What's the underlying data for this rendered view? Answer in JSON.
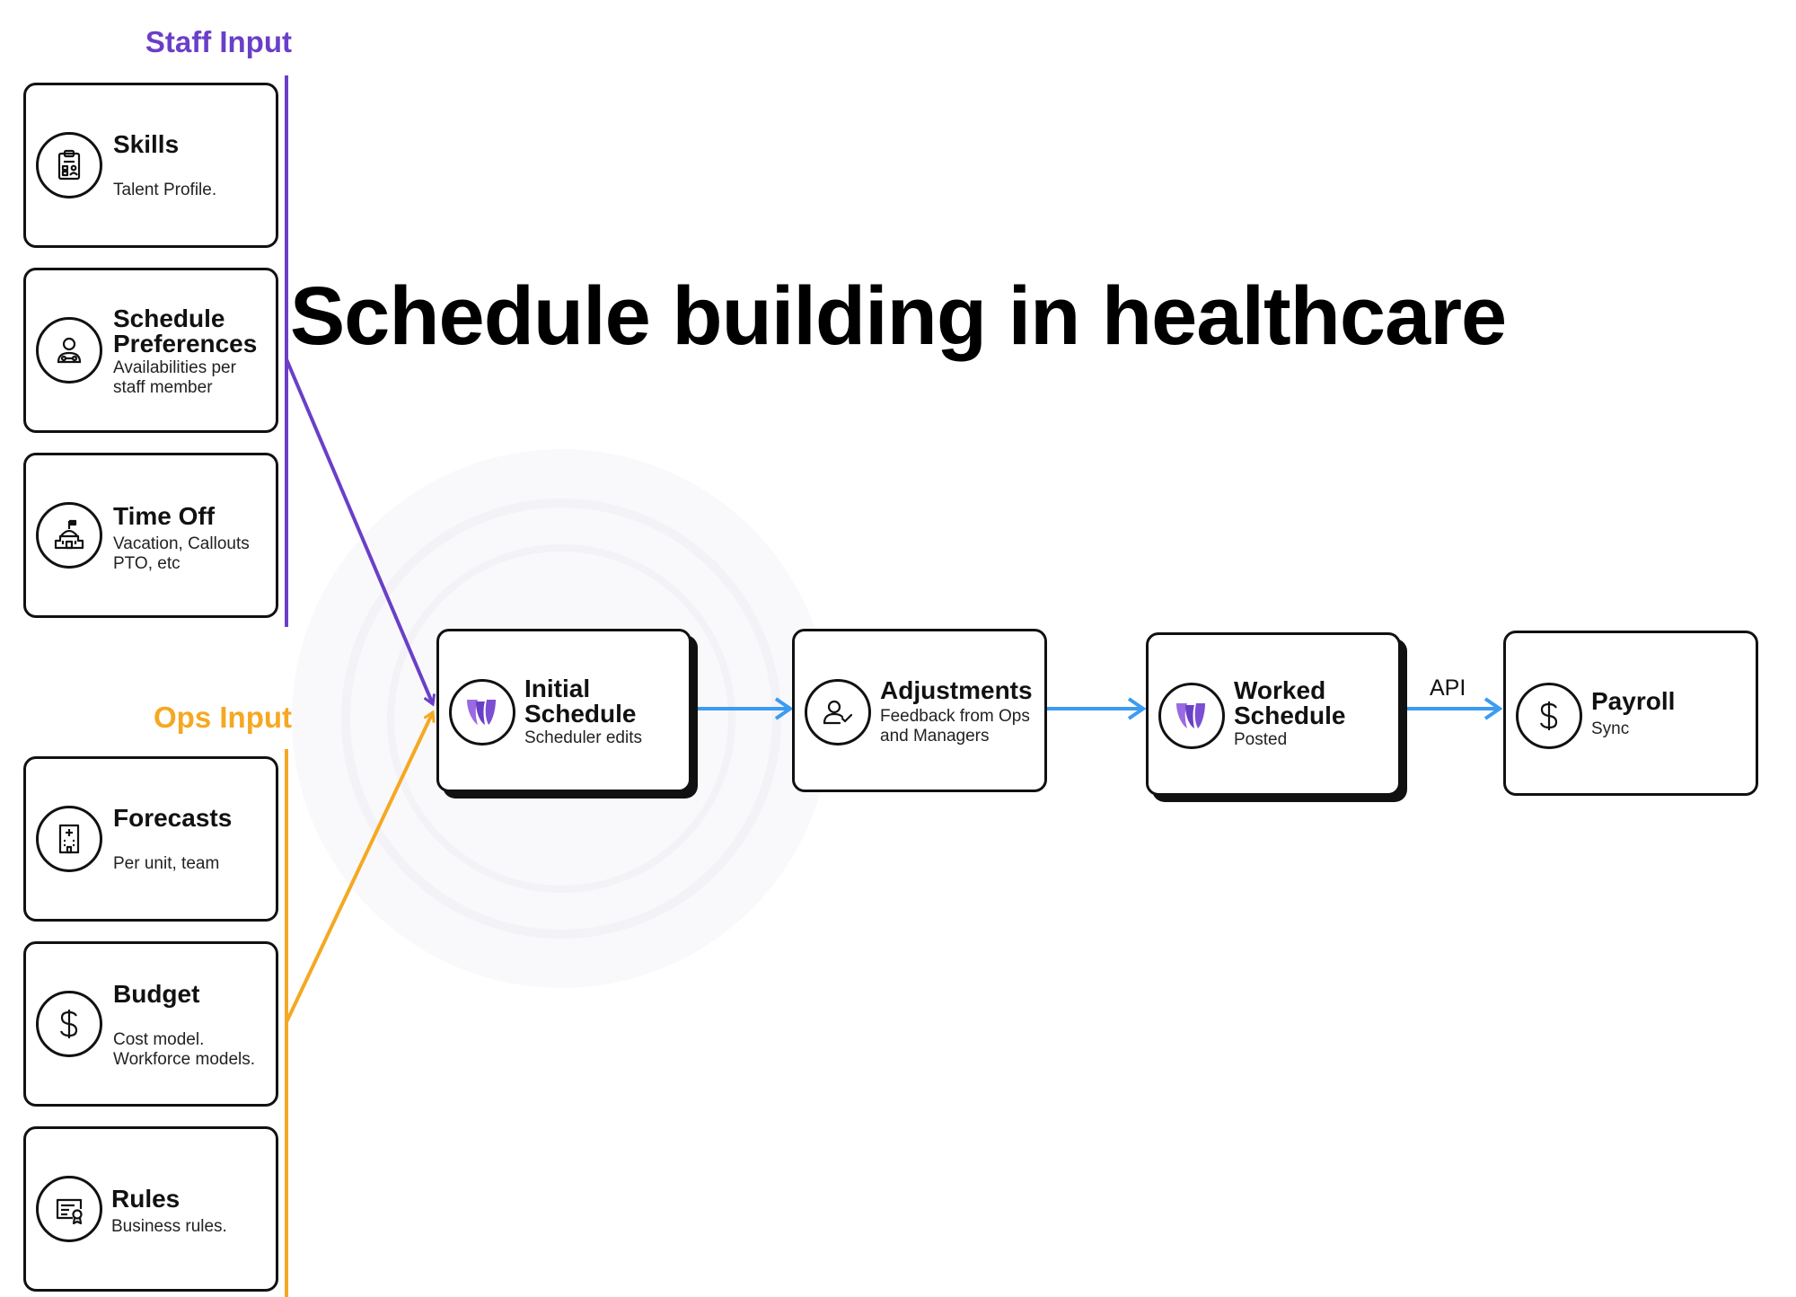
{
  "title": "Schedule building in healthcare",
  "staff_input": {
    "label": "Staff Input",
    "color": "#6a3fc8",
    "cards": [
      {
        "title": "Skills",
        "subtitle": "Talent Profile.",
        "icon": "clipboard-icon"
      },
      {
        "title": "Schedule Preferences",
        "subtitle": "Availabilities per staff member",
        "icon": "user-badge-icon"
      },
      {
        "title": "Time Off",
        "subtitle": "Vacation, Callouts PTO, etc",
        "icon": "building-flag-icon"
      }
    ]
  },
  "ops_input": {
    "label": "Ops Input",
    "color": "#f5a821",
    "cards": [
      {
        "title": "Forecasts",
        "subtitle": "Per unit, team",
        "icon": "hospital-icon"
      },
      {
        "title": "Budget",
        "subtitle": "Cost model. Workforce models.",
        "icon": "dollar-icon"
      },
      {
        "title": "Rules",
        "subtitle": "Business rules.",
        "icon": "certificate-icon"
      }
    ]
  },
  "flow": [
    {
      "title": "Initial Schedule",
      "subtitle": "Scheduler edits",
      "icon": "brand-logo-icon"
    },
    {
      "title": "Adjustments",
      "subtitle": "Feedback from Ops and Managers",
      "icon": "user-check-icon"
    },
    {
      "title": "Worked Schedule",
      "subtitle": "Posted",
      "icon": "brand-logo-icon"
    },
    {
      "title": "Payroll",
      "subtitle": "Sync",
      "icon": "dollar-icon"
    }
  ],
  "api_label": "API",
  "colors": {
    "flow_arrow": "#3d9bf0",
    "brand_purple": "#7b4fd4"
  }
}
